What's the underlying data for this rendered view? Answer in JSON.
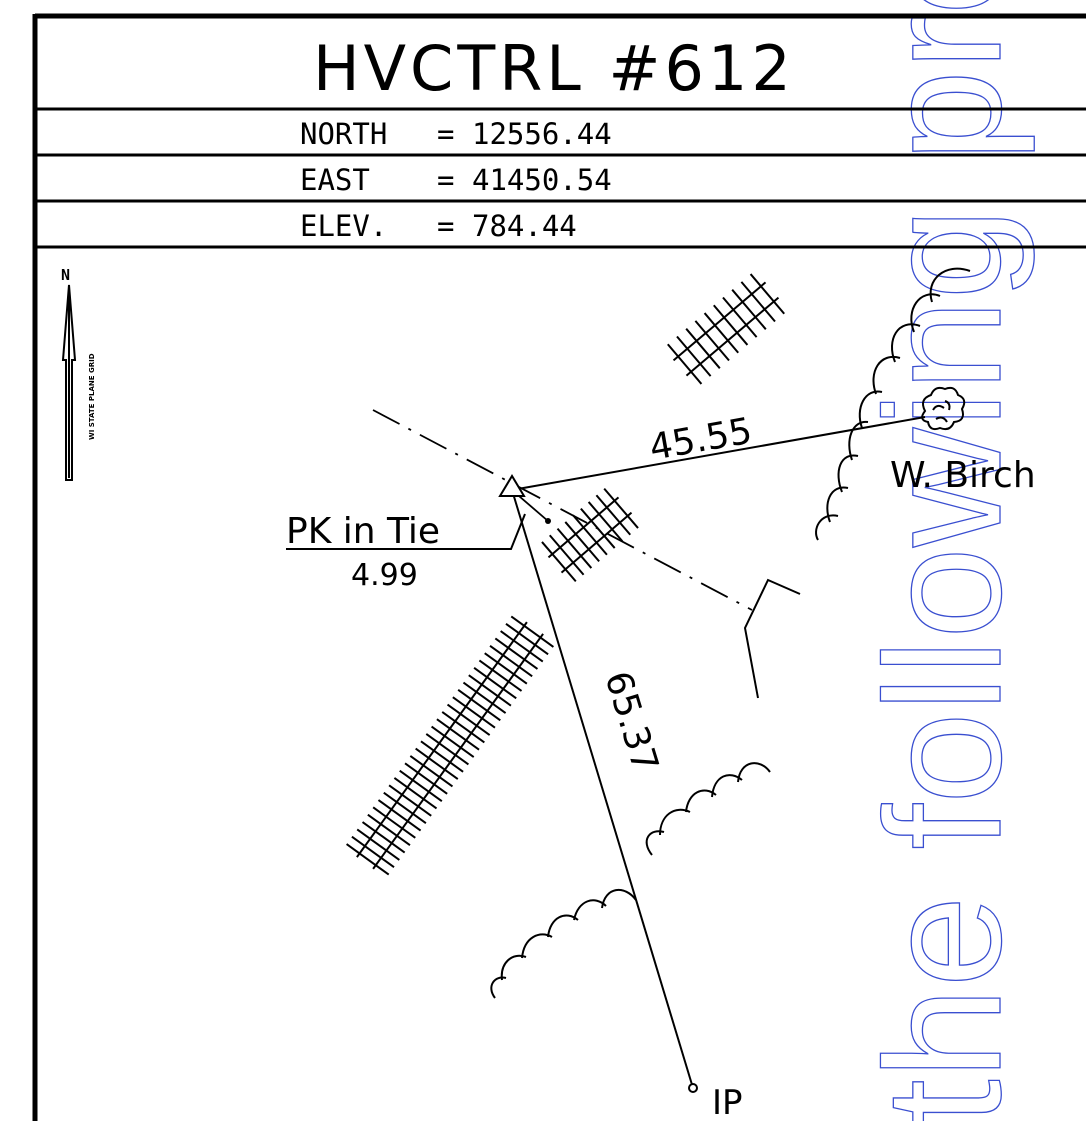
{
  "header": {
    "title": "HVCTRL #612",
    "rows": [
      {
        "label": "NORTH",
        "eq": "=",
        "value": "12556.44"
      },
      {
        "label": "EAST",
        "eq": "=",
        "value": "41450.54"
      },
      {
        "label": "ELEV.",
        "eq": "=",
        "value": "784.44"
      }
    ]
  },
  "north_arrow": {
    "letter": "N",
    "caption": "WI STATE PLANE GRID"
  },
  "sketch": {
    "point_label": "PK in Tie",
    "offset": "4.99",
    "dist_birch": "45.55",
    "dist_ip": "65.37",
    "tree_label": "W. Birch",
    "ip_label": "IP"
  },
  "watermark": {
    "text": "the following pro",
    "color": "#3a4fd0"
  }
}
